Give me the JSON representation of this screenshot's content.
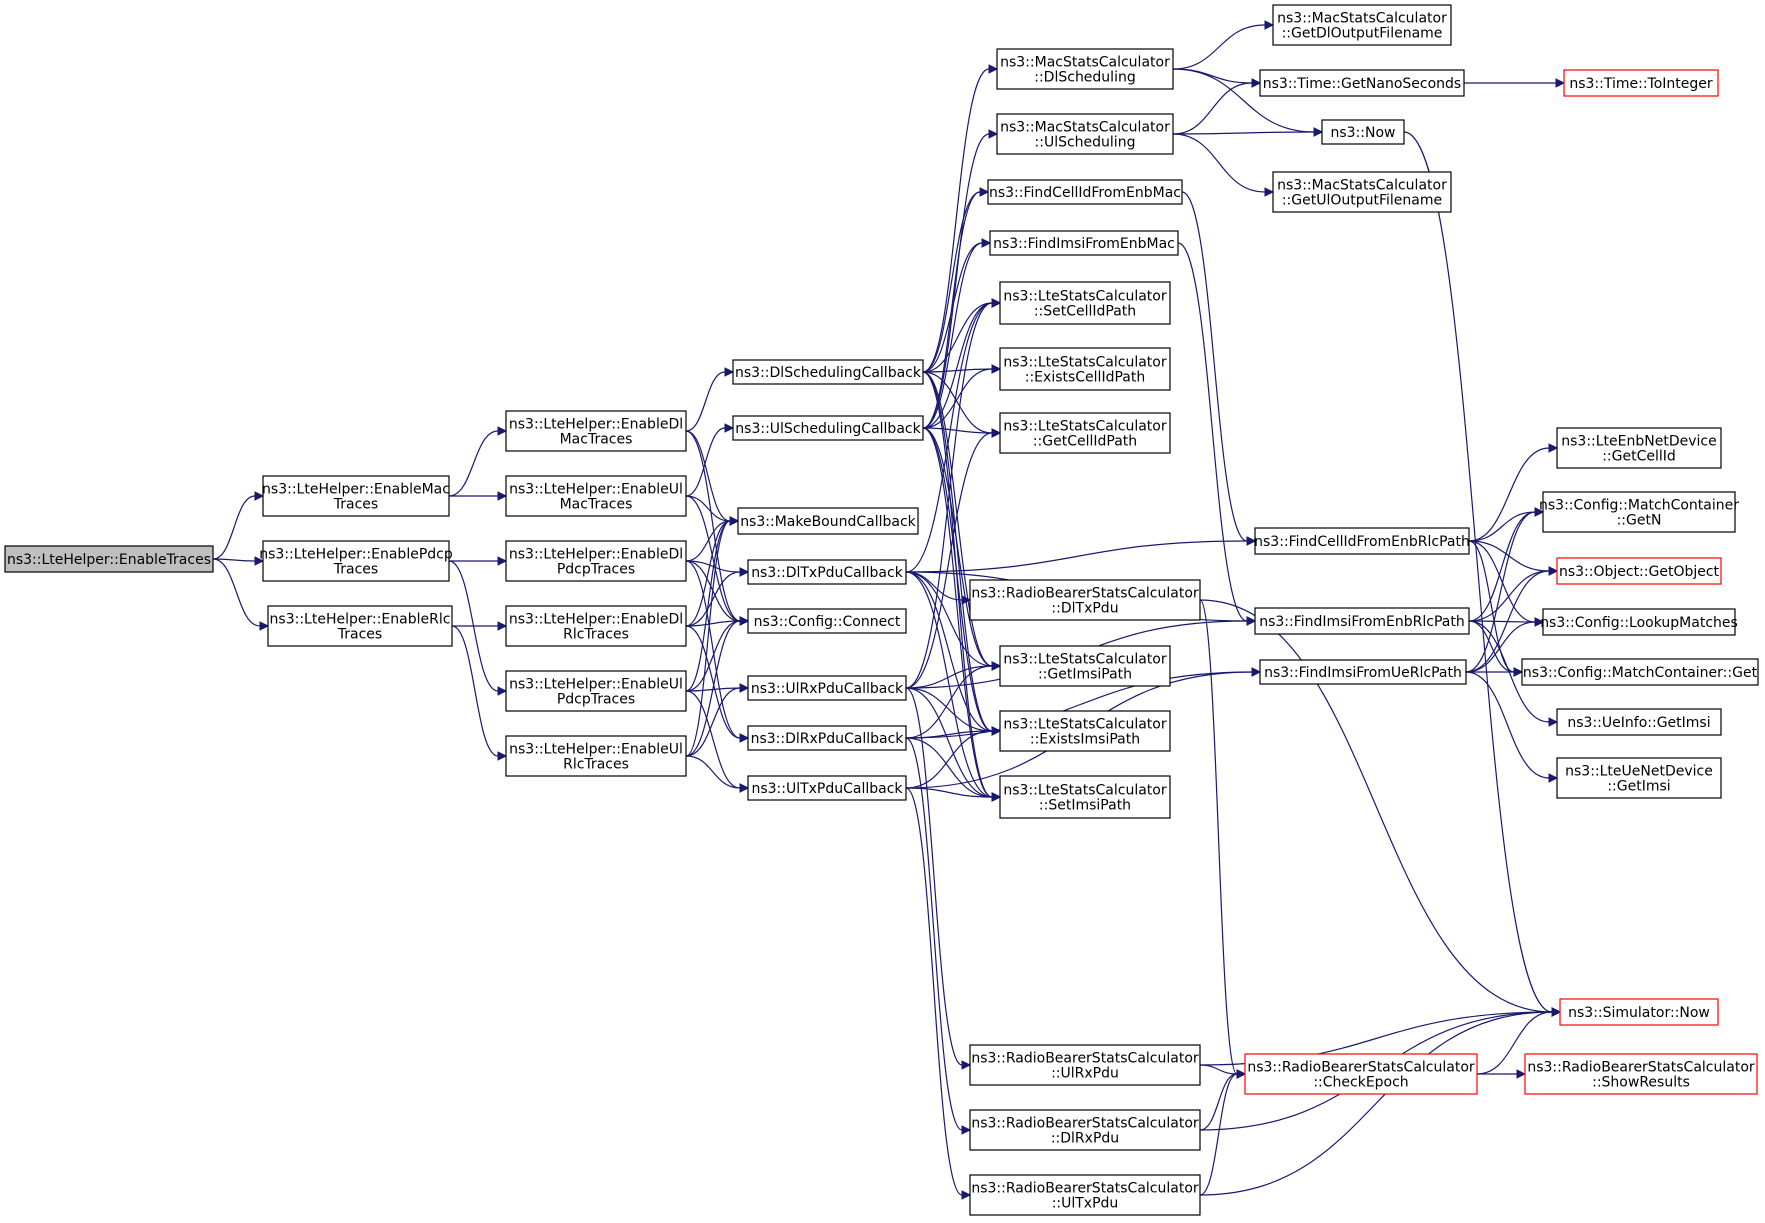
{
  "colors": {
    "edge": "#191970",
    "node_border": "#000000",
    "truncated_border": "#ff0000",
    "root_fill": "#bfbfbf",
    "node_fill": "#ffffff"
  },
  "nodes": [
    {
      "id": "EnableTraces",
      "lines": [
        "ns3::LteHelper::EnableTraces"
      ],
      "root": true
    },
    {
      "id": "EnableMacTraces",
      "lines": [
        "ns3::LteHelper::EnableMac",
        "Traces"
      ]
    },
    {
      "id": "EnablePdcpTraces",
      "lines": [
        "ns3::LteHelper::EnablePdcp",
        "Traces"
      ]
    },
    {
      "id": "EnableRlcTraces",
      "lines": [
        "ns3::LteHelper::EnableRlc",
        "Traces"
      ]
    },
    {
      "id": "EnableDlMacTraces",
      "lines": [
        "ns3::LteHelper::EnableDl",
        "MacTraces"
      ]
    },
    {
      "id": "EnableUlMacTraces",
      "lines": [
        "ns3::LteHelper::EnableUl",
        "MacTraces"
      ]
    },
    {
      "id": "EnableDlPdcpTraces",
      "lines": [
        "ns3::LteHelper::EnableDl",
        "PdcpTraces"
      ]
    },
    {
      "id": "EnableDlRlcTraces",
      "lines": [
        "ns3::LteHelper::EnableDl",
        "RlcTraces"
      ]
    },
    {
      "id": "EnableUlPdcpTraces",
      "lines": [
        "ns3::LteHelper::EnableUl",
        "PdcpTraces"
      ]
    },
    {
      "id": "EnableUlRlcTraces",
      "lines": [
        "ns3::LteHelper::EnableUl",
        "RlcTraces"
      ]
    },
    {
      "id": "DlSchedulingCallback",
      "lines": [
        "ns3::DlSchedulingCallback"
      ]
    },
    {
      "id": "UlSchedulingCallback",
      "lines": [
        "ns3::UlSchedulingCallback"
      ]
    },
    {
      "id": "MakeBoundCallback",
      "lines": [
        "ns3::MakeBoundCallback"
      ]
    },
    {
      "id": "DlTxPduCallback",
      "lines": [
        "ns3::DlTxPduCallback"
      ]
    },
    {
      "id": "ConfigConnect",
      "lines": [
        "ns3::Config::Connect"
      ]
    },
    {
      "id": "UlRxPduCallback",
      "lines": [
        "ns3::UlRxPduCallback"
      ]
    },
    {
      "id": "DlRxPduCallback",
      "lines": [
        "ns3::DlRxPduCallback"
      ]
    },
    {
      "id": "UlTxPduCallback",
      "lines": [
        "ns3::UlTxPduCallback"
      ]
    },
    {
      "id": "MacDlScheduling",
      "lines": [
        "ns3::MacStatsCalculator",
        "::DlScheduling"
      ]
    },
    {
      "id": "MacUlScheduling",
      "lines": [
        "ns3::MacStatsCalculator",
        "::UlScheduling"
      ]
    },
    {
      "id": "FindCellIdFromEnbMac",
      "lines": [
        "ns3::FindCellIdFromEnbMac"
      ]
    },
    {
      "id": "FindImsiFromEnbMac",
      "lines": [
        "ns3::FindImsiFromEnbMac"
      ]
    },
    {
      "id": "SetCellIdPath",
      "lines": [
        "ns3::LteStatsCalculator",
        "::SetCellIdPath"
      ]
    },
    {
      "id": "ExistsCellIdPath",
      "lines": [
        "ns3::LteStatsCalculator",
        "::ExistsCellIdPath"
      ]
    },
    {
      "id": "GetCellIdPath",
      "lines": [
        "ns3::LteStatsCalculator",
        "::GetCellIdPath"
      ]
    },
    {
      "id": "RbDlTxPdu",
      "lines": [
        "ns3::RadioBearerStatsCalculator",
        "::DlTxPdu"
      ]
    },
    {
      "id": "GetImsiPath",
      "lines": [
        "ns3::LteStatsCalculator",
        "::GetImsiPath"
      ]
    },
    {
      "id": "ExistsImsiPath",
      "lines": [
        "ns3::LteStatsCalculator",
        "::ExistsImsiPath"
      ]
    },
    {
      "id": "SetImsiPath",
      "lines": [
        "ns3::LteStatsCalculator",
        "::SetImsiPath"
      ]
    },
    {
      "id": "RbUlRxPdu",
      "lines": [
        "ns3::RadioBearerStatsCalculator",
        "::UlRxPdu"
      ]
    },
    {
      "id": "RbDlRxPdu",
      "lines": [
        "ns3::RadioBearerStatsCalculator",
        "::DlRxPdu"
      ]
    },
    {
      "id": "RbUlTxPdu",
      "lines": [
        "ns3::RadioBearerStatsCalculator",
        "::UlTxPdu"
      ]
    },
    {
      "id": "GetDlOutputFilename",
      "lines": [
        "ns3::MacStatsCalculator",
        "::GetDlOutputFilename"
      ]
    },
    {
      "id": "GetNanoSeconds",
      "lines": [
        "ns3::Time::GetNanoSeconds"
      ]
    },
    {
      "id": "Now",
      "lines": [
        "ns3::Now"
      ]
    },
    {
      "id": "GetUlOutputFilename",
      "lines": [
        "ns3::MacStatsCalculator",
        "::GetUlOutputFilename"
      ]
    },
    {
      "id": "FindCellIdFromEnbRlcPath",
      "lines": [
        "ns3::FindCellIdFromEnbRlcPath"
      ]
    },
    {
      "id": "FindImsiFromEnbRlcPath",
      "lines": [
        "ns3::FindImsiFromEnbRlcPath"
      ]
    },
    {
      "id": "FindImsiFromUeRlcPath",
      "lines": [
        "ns3::FindImsiFromUeRlcPath"
      ]
    },
    {
      "id": "CheckEpoch",
      "lines": [
        "ns3::RadioBearerStatsCalculator",
        "::CheckEpoch"
      ],
      "truncated": true
    },
    {
      "id": "ToInteger",
      "lines": [
        "ns3::Time::ToInteger"
      ],
      "truncated": true
    },
    {
      "id": "LteEnbNetDeviceGetCellId",
      "lines": [
        "ns3::LteEnbNetDevice",
        "::GetCellId"
      ]
    },
    {
      "id": "MatchContainerGetN",
      "lines": [
        "ns3::Config::MatchContainer",
        "::GetN"
      ]
    },
    {
      "id": "ObjectGetObject",
      "lines": [
        "ns3::Object::GetObject"
      ],
      "truncated": true
    },
    {
      "id": "LookupMatches",
      "lines": [
        "ns3::Config::LookupMatches"
      ]
    },
    {
      "id": "MatchContainerGet",
      "lines": [
        "ns3::Config::MatchContainer::Get"
      ]
    },
    {
      "id": "UeInfoGetImsi",
      "lines": [
        "ns3::UeInfo::GetImsi"
      ]
    },
    {
      "id": "LteUeNetDeviceGetImsi",
      "lines": [
        "ns3::LteUeNetDevice",
        "::GetImsi"
      ]
    },
    {
      "id": "SimulatorNow",
      "lines": [
        "ns3::Simulator::Now"
      ],
      "truncated": true
    },
    {
      "id": "ShowResults",
      "lines": [
        "ns3::RadioBearerStatsCalculator",
        "::ShowResults"
      ],
      "truncated": true
    }
  ],
  "edges": [
    [
      "EnableTraces",
      "EnableMacTraces"
    ],
    [
      "EnableTraces",
      "EnablePdcpTraces"
    ],
    [
      "EnableTraces",
      "EnableRlcTraces"
    ],
    [
      "EnableMacTraces",
      "EnableDlMacTraces"
    ],
    [
      "EnableMacTraces",
      "EnableUlMacTraces"
    ],
    [
      "EnablePdcpTraces",
      "EnableDlPdcpTraces"
    ],
    [
      "EnablePdcpTraces",
      "EnableUlPdcpTraces"
    ],
    [
      "EnableRlcTraces",
      "EnableDlRlcTraces"
    ],
    [
      "EnableRlcTraces",
      "EnableUlRlcTraces"
    ],
    [
      "EnableDlMacTraces",
      "DlSchedulingCallback"
    ],
    [
      "EnableDlMacTraces",
      "MakeBoundCallback"
    ],
    [
      "EnableDlMacTraces",
      "ConfigConnect"
    ],
    [
      "EnableUlMacTraces",
      "UlSchedulingCallback"
    ],
    [
      "EnableUlMacTraces",
      "MakeBoundCallback"
    ],
    [
      "EnableUlMacTraces",
      "ConfigConnect"
    ],
    [
      "EnableDlPdcpTraces",
      "DlTxPduCallback"
    ],
    [
      "EnableDlPdcpTraces",
      "MakeBoundCallback"
    ],
    [
      "EnableDlPdcpTraces",
      "ConfigConnect"
    ],
    [
      "EnableDlPdcpTraces",
      "DlRxPduCallback"
    ],
    [
      "EnableDlRlcTraces",
      "DlTxPduCallback"
    ],
    [
      "EnableDlRlcTraces",
      "MakeBoundCallback"
    ],
    [
      "EnableDlRlcTraces",
      "ConfigConnect"
    ],
    [
      "EnableDlRlcTraces",
      "DlRxPduCallback"
    ],
    [
      "EnableUlPdcpTraces",
      "UlRxPduCallback"
    ],
    [
      "EnableUlPdcpTraces",
      "MakeBoundCallback"
    ],
    [
      "EnableUlPdcpTraces",
      "ConfigConnect"
    ],
    [
      "EnableUlPdcpTraces",
      "UlTxPduCallback"
    ],
    [
      "EnableUlRlcTraces",
      "UlRxPduCallback"
    ],
    [
      "EnableUlRlcTraces",
      "MakeBoundCallback"
    ],
    [
      "EnableUlRlcTraces",
      "ConfigConnect"
    ],
    [
      "EnableUlRlcTraces",
      "UlTxPduCallback"
    ],
    [
      "DlSchedulingCallback",
      "MacDlScheduling"
    ],
    [
      "DlSchedulingCallback",
      "FindCellIdFromEnbMac"
    ],
    [
      "DlSchedulingCallback",
      "FindImsiFromEnbMac"
    ],
    [
      "DlSchedulingCallback",
      "SetCellIdPath"
    ],
    [
      "DlSchedulingCallback",
      "ExistsCellIdPath"
    ],
    [
      "DlSchedulingCallback",
      "GetCellIdPath"
    ],
    [
      "DlSchedulingCallback",
      "GetImsiPath"
    ],
    [
      "DlSchedulingCallback",
      "ExistsImsiPath"
    ],
    [
      "DlSchedulingCallback",
      "SetImsiPath"
    ],
    [
      "UlSchedulingCallback",
      "MacUlScheduling"
    ],
    [
      "UlSchedulingCallback",
      "FindCellIdFromEnbMac"
    ],
    [
      "UlSchedulingCallback",
      "FindImsiFromEnbMac"
    ],
    [
      "UlSchedulingCallback",
      "SetCellIdPath"
    ],
    [
      "UlSchedulingCallback",
      "ExistsCellIdPath"
    ],
    [
      "UlSchedulingCallback",
      "GetCellIdPath"
    ],
    [
      "UlSchedulingCallback",
      "GetImsiPath"
    ],
    [
      "UlSchedulingCallback",
      "ExistsImsiPath"
    ],
    [
      "UlSchedulingCallback",
      "SetImsiPath"
    ],
    [
      "DlTxPduCallback",
      "RbDlTxPdu"
    ],
    [
      "DlTxPduCallback",
      "FindCellIdFromEnbRlcPath"
    ],
    [
      "DlTxPduCallback",
      "FindImsiFromEnbRlcPath"
    ],
    [
      "DlTxPduCallback",
      "SetCellIdPath"
    ],
    [
      "DlTxPduCallback",
      "GetImsiPath"
    ],
    [
      "DlTxPduCallback",
      "ExistsImsiPath"
    ],
    [
      "DlTxPduCallback",
      "SetImsiPath"
    ],
    [
      "UlRxPduCallback",
      "GetImsiPath"
    ],
    [
      "UlRxPduCallback",
      "ExistsImsiPath"
    ],
    [
      "UlRxPduCallback",
      "SetImsiPath"
    ],
    [
      "UlRxPduCallback",
      "GetCellIdPath"
    ],
    [
      "UlRxPduCallback",
      "SetCellIdPath"
    ],
    [
      "UlRxPduCallback",
      "FindImsiFromEnbRlcPath"
    ],
    [
      "UlRxPduCallback",
      "RbUlRxPdu"
    ],
    [
      "DlRxPduCallback",
      "ExistsImsiPath"
    ],
    [
      "DlRxPduCallback",
      "GetImsiPath"
    ],
    [
      "DlRxPduCallback",
      "SetImsiPath"
    ],
    [
      "DlRxPduCallback",
      "FindImsiFromUeRlcPath"
    ],
    [
      "DlRxPduCallback",
      "RbDlRxPdu"
    ],
    [
      "UlTxPduCallback",
      "ExistsImsiPath"
    ],
    [
      "UlTxPduCallback",
      "SetImsiPath"
    ],
    [
      "UlTxPduCallback",
      "FindImsiFromUeRlcPath"
    ],
    [
      "UlTxPduCallback",
      "RbUlTxPdu"
    ],
    [
      "MacDlScheduling",
      "GetDlOutputFilename"
    ],
    [
      "MacDlScheduling",
      "GetNanoSeconds"
    ],
    [
      "MacDlScheduling",
      "Now"
    ],
    [
      "MacUlScheduling",
      "GetNanoSeconds"
    ],
    [
      "MacUlScheduling",
      "Now"
    ],
    [
      "MacUlScheduling",
      "GetUlOutputFilename"
    ],
    [
      "GetNanoSeconds",
      "ToInteger"
    ],
    [
      "Now",
      "SimulatorNow"
    ],
    [
      "FindCellIdFromEnbMac",
      "FindCellIdFromEnbRlcPath"
    ],
    [
      "FindImsiFromEnbMac",
      "FindImsiFromEnbRlcPath"
    ],
    [
      "FindCellIdFromEnbRlcPath",
      "LteEnbNetDeviceGetCellId"
    ],
    [
      "FindCellIdFromEnbRlcPath",
      "MatchContainerGetN"
    ],
    [
      "FindCellIdFromEnbRlcPath",
      "ObjectGetObject"
    ],
    [
      "FindCellIdFromEnbRlcPath",
      "LookupMatches"
    ],
    [
      "FindCellIdFromEnbRlcPath",
      "MatchContainerGet"
    ],
    [
      "FindImsiFromEnbRlcPath",
      "MatchContainerGetN"
    ],
    [
      "FindImsiFromEnbRlcPath",
      "ObjectGetObject"
    ],
    [
      "FindImsiFromEnbRlcPath",
      "LookupMatches"
    ],
    [
      "FindImsiFromEnbRlcPath",
      "MatchContainerGet"
    ],
    [
      "FindImsiFromEnbRlcPath",
      "UeInfoGetImsi"
    ],
    [
      "FindImsiFromUeRlcPath",
      "MatchContainerGetN"
    ],
    [
      "FindImsiFromUeRlcPath",
      "ObjectGetObject"
    ],
    [
      "FindImsiFromUeRlcPath",
      "LookupMatches"
    ],
    [
      "FindImsiFromUeRlcPath",
      "MatchContainerGet"
    ],
    [
      "FindImsiFromUeRlcPath",
      "LteUeNetDeviceGetImsi"
    ],
    [
      "RbDlTxPdu",
      "SimulatorNow"
    ],
    [
      "RbDlTxPdu",
      "CheckEpoch"
    ],
    [
      "RbUlRxPdu",
      "SimulatorNow"
    ],
    [
      "RbUlRxPdu",
      "CheckEpoch"
    ],
    [
      "RbDlRxPdu",
      "SimulatorNow"
    ],
    [
      "RbDlRxPdu",
      "CheckEpoch"
    ],
    [
      "RbUlTxPdu",
      "SimulatorNow"
    ],
    [
      "RbUlTxPdu",
      "CheckEpoch"
    ],
    [
      "CheckEpoch",
      "SimulatorNow"
    ],
    [
      "CheckEpoch",
      "ShowResults"
    ]
  ]
}
